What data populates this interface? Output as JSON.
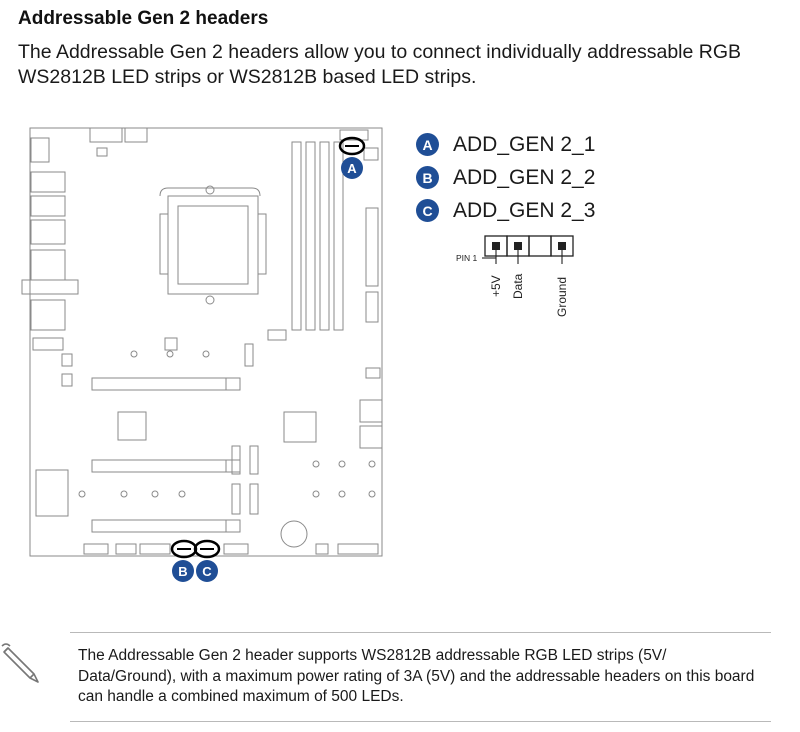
{
  "section": {
    "title": "Addressable Gen 2 headers",
    "intro": "The Addressable Gen 2 headers allow you to connect individually addressable RGB WS2812B LED strips or WS2812B based LED strips."
  },
  "callouts": {
    "a": "A",
    "b": "B",
    "c": "C"
  },
  "legend": [
    {
      "badge": "A",
      "label": "ADD_GEN 2_1"
    },
    {
      "badge": "B",
      "label": "ADD_GEN 2_2"
    },
    {
      "badge": "C",
      "label": "ADD_GEN 2_3"
    }
  ],
  "pinout": {
    "pin_label": "PIN 1",
    "pins": [
      "+5V",
      "Data",
      "Ground"
    ]
  },
  "note": {
    "text": "The Addressable Gen 2 header supports WS2812B addressable RGB LED strips (5V/ Data/Ground), with a maximum power rating of 3A (5V) and the addressable headers on this board can handle a combined maximum of 500 LEDs."
  },
  "colors": {
    "badge": "#1f4e96",
    "board_line": "#8a8a8a"
  },
  "icons": [
    "note-pencil-icon"
  ]
}
